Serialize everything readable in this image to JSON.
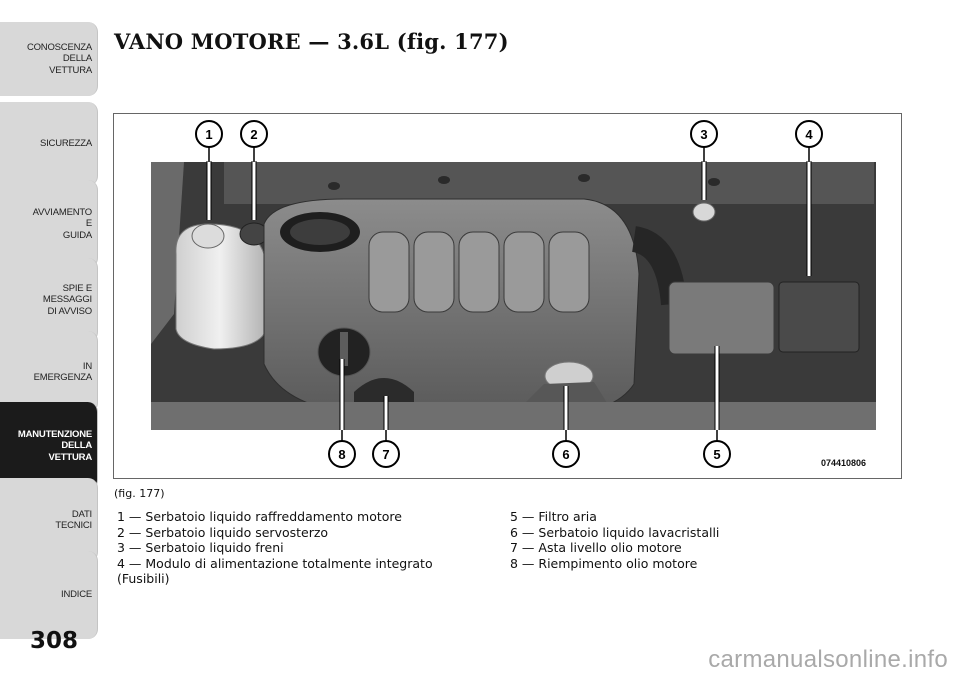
{
  "side_tabs": [
    {
      "label": "CONOSCENZA\nDELLA\nVETTURA",
      "active": false
    },
    {
      "label": "SICUREZZA",
      "active": false
    },
    {
      "label": "AVVIAMENTO\nE\nGUIDA",
      "active": false
    },
    {
      "label": "SPIE E\nMESSAGGI\nDI AVVISO",
      "active": false
    },
    {
      "label": "IN\nEMERGENZA",
      "active": false
    },
    {
      "label": "MANUTENZIONE\nDELLA\nVETTURA",
      "active": true
    },
    {
      "label": "DATI\nTECNICI",
      "active": false
    },
    {
      "label": "INDICE",
      "active": false
    }
  ],
  "page_number": "308",
  "title": "VANO MOTORE — 3.6L (fig. 177)",
  "figure": {
    "callouts": [
      "1",
      "2",
      "3",
      "4",
      "5",
      "6",
      "7",
      "8"
    ],
    "code": "074410806"
  },
  "fig_caption": "(fig. 177)",
  "legend_left": [
    "1 — Serbatoio liquido raffreddamento motore",
    "2 — Serbatoio liquido servosterzo",
    "3 — Serbatoio liquido freni",
    "4 — Modulo di alimentazione totalmente integrato",
    "(Fusibili)"
  ],
  "legend_right": [
    "5 — Filtro aria",
    "6 — Serbatoio liquido lavacristalli",
    "7 — Asta livello olio motore",
    "8 — Riempimento olio motore"
  ],
  "watermark": "carmanualsonline.info"
}
